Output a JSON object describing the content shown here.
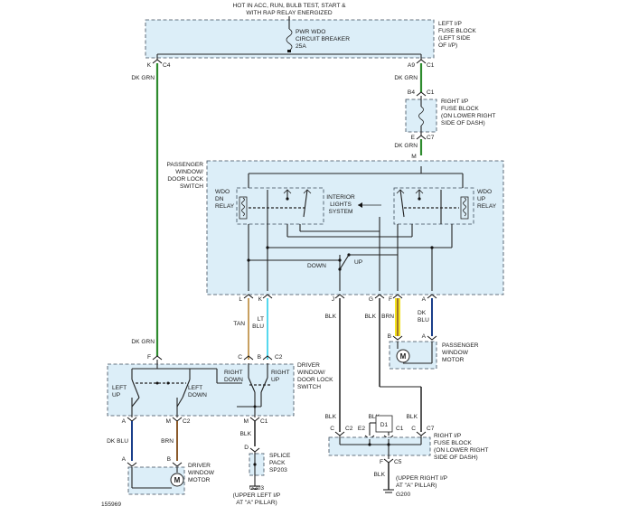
{
  "top_note": [
    "HOT IN ACC, RUN, BULB TEST, START &",
    "WITH RAP RELAY ENERGIZED"
  ],
  "breaker": [
    "PWR WDO",
    "CIRCUIT BREAKER",
    "25A"
  ],
  "left_fuse_block": [
    "LEFT I/P",
    "FUSE BLOCK",
    "(LEFT SIDE",
    "OF I/P)"
  ],
  "right_fuse_block_upper": [
    "RIGHT I/P",
    "FUSE BLOCK",
    "(ON LOWER RIGHT",
    "SIDE OF DASH)"
  ],
  "right_fuse_block_lower": [
    "RIGHT I/P",
    "FUSE BLOCK",
    "(ON LOWER RIGHT",
    "SIDE OF DASH)"
  ],
  "passenger_switch": [
    "PASSENGER",
    "WINDOW/",
    "DOOR LOCK",
    "SWITCH"
  ],
  "wdo_dn_relay": [
    "WDO",
    "DN",
    "RELAY"
  ],
  "wdo_up_relay": [
    "WDO",
    "UP",
    "RELAY"
  ],
  "interior_lights": [
    "INTERIOR",
    "LIGHTS",
    "SYSTEM"
  ],
  "pass_switch_labels": {
    "down": "DOWN",
    "up": "UP"
  },
  "driver_switch": [
    "DRIVER",
    "WINDOW/",
    "DOOR LOCK",
    "SWITCH"
  ],
  "driver_switch_labels": {
    "left_up": [
      "LEFT",
      "UP"
    ],
    "left_down": [
      "LEFT",
      "DOWN"
    ],
    "right_down": [
      "RIGHT",
      "DOWN"
    ],
    "right_up": [
      "RIGHT",
      "UP"
    ]
  },
  "driver_motor": [
    "DRIVER",
    "WINDOW",
    "MOTOR"
  ],
  "passenger_motor": [
    "PASSENGER",
    "WINDOW",
    "MOTOR"
  ],
  "splice": [
    "SPLICE",
    "PACK",
    "SP203"
  ],
  "ground_g203": [
    "G203",
    "(UPPER LEFT I/P",
    "AT \"A\" PILLAR)"
  ],
  "ground_g200": [
    "(UPPER RIGHT I/P",
    "AT \"A\" PILLAR)",
    "G200"
  ],
  "motor_symbol": "M",
  "figure_number": "155969",
  "wires": {
    "dk_grn": "DK GRN",
    "tan": "TAN",
    "lt_blu": [
      "LT",
      "BLU"
    ],
    "blk": "BLK",
    "brn": "BRN",
    "dk_blu_stack": [
      "DK",
      "BLU"
    ],
    "dk_blu": "DK BLU",
    "colors": {
      "dk_grn": "#2e8b2e",
      "tan": "#c8a060",
      "lt_blu": "#56d8ee",
      "brn": "#8b5a2b",
      "brn_highlight": "#f2e21e",
      "dk_blu": "#1a3f8a",
      "blk": "#111111"
    }
  },
  "connectors": {
    "k": "K",
    "c4": "C4",
    "a9": "A9",
    "c1": "C1",
    "b4": "B4",
    "e": "E",
    "c7": "C7",
    "m": "M",
    "l": "L",
    "j": "J",
    "g": "G",
    "f": "F",
    "a": "A",
    "c": "C",
    "b": "B",
    "c2": "C2",
    "d": "D",
    "e2": "E2",
    "d1": "D1",
    "c5": "C5"
  }
}
